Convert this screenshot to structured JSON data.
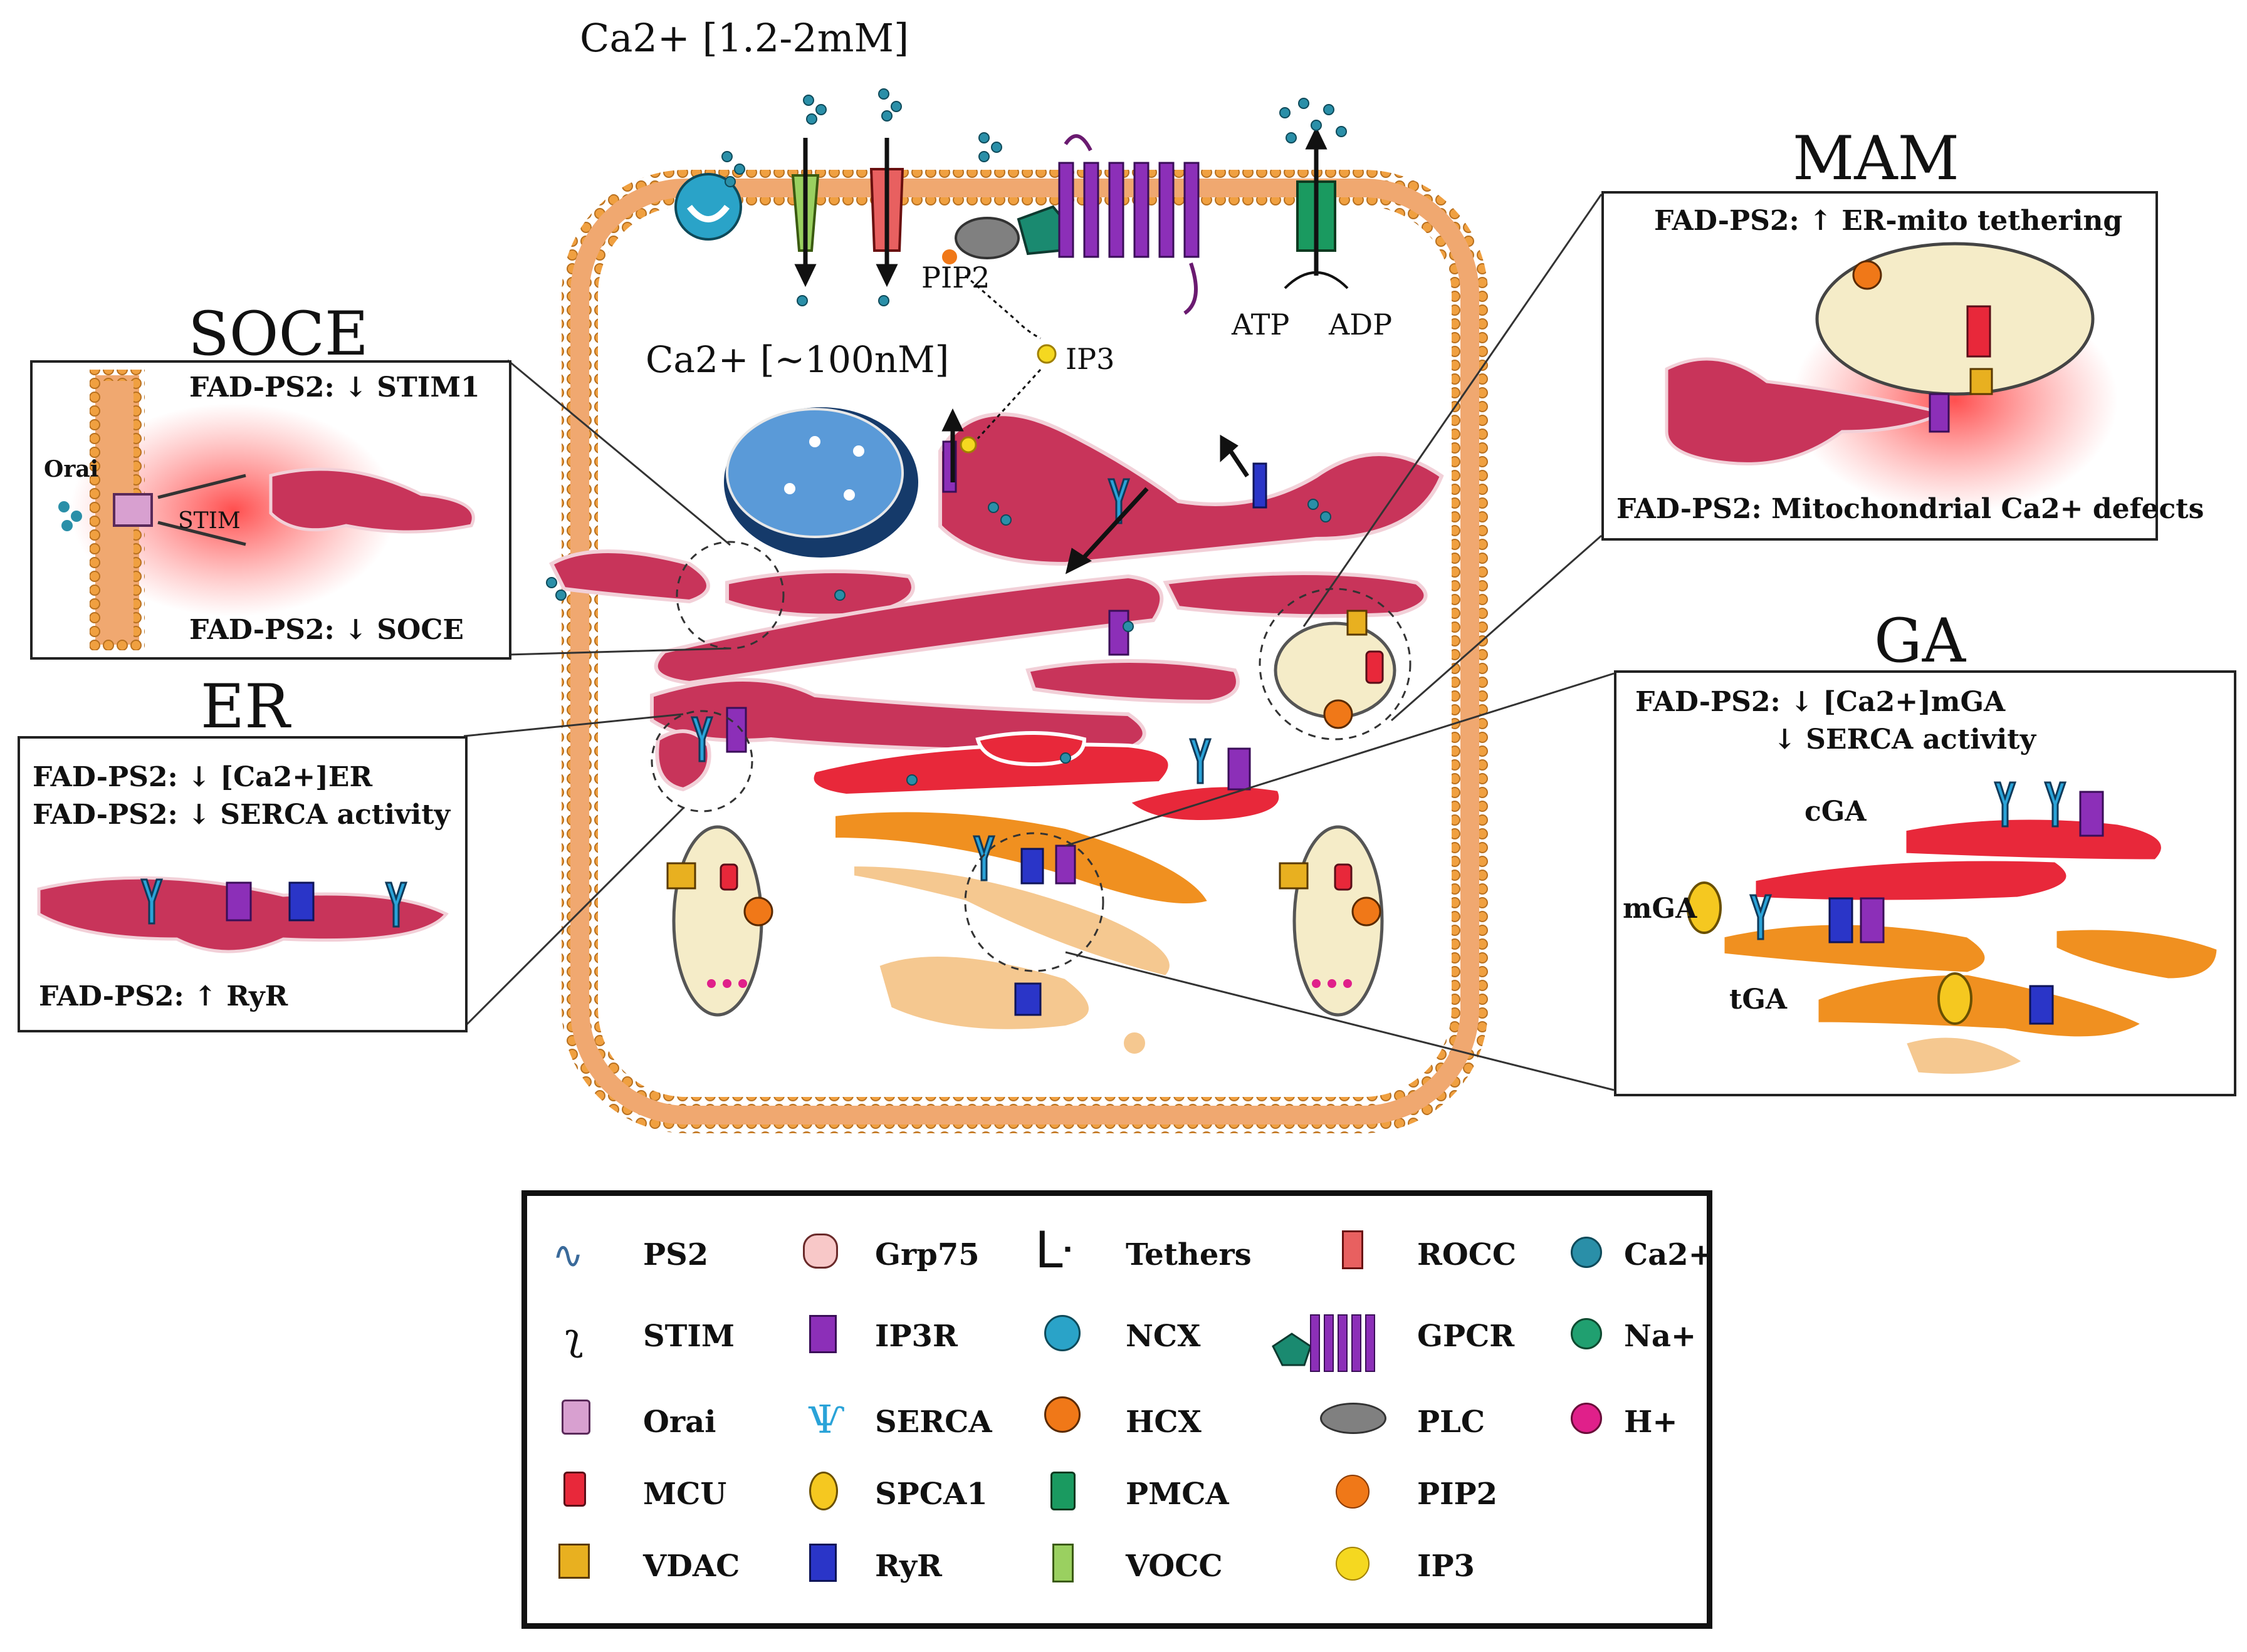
{
  "top_labels": {
    "extracellular_ca": "Ca2+ [1.2-2mM]",
    "cytosolic_ca": "Ca2+ [~100nM]",
    "pip2": "PIP2",
    "ip3": "IP3",
    "atp": "ATP",
    "adp": "ADP"
  },
  "soce": {
    "title": "SOCE",
    "top_text": "FAD-PS2: ↓ STIM1",
    "bottom_text": "FAD-PS2: ↓ SOCE",
    "orai_label": "Orai",
    "stim_label": "STIM"
  },
  "er": {
    "title": "ER",
    "line1": "FAD-PS2: ↓ [Ca2+]ER",
    "line2": "FAD-PS2: ↓ SERCA activity",
    "line3": "FAD-PS2: ↑ RyR"
  },
  "mam": {
    "title": "MAM",
    "top_text": "FAD-PS2: ↑ ER-mito tethering",
    "bottom_text": "FAD-PS2: Mitochondrial  Ca2+ defects"
  },
  "ga": {
    "title": "GA",
    "line1": "FAD-PS2: ↓ [Ca2+]mGA",
    "line2": "↓ SERCA activity",
    "cga": "cGA",
    "mga": "mGA",
    "tga": "tGA"
  },
  "legend": {
    "items": [
      {
        "label": "PS2",
        "icon": "ps2-icon"
      },
      {
        "label": "STIM",
        "icon": "stim-icon"
      },
      {
        "label": "Orai",
        "icon": "orai-icon"
      },
      {
        "label": "MCU",
        "icon": "mcu-icon"
      },
      {
        "label": "VDAC",
        "icon": "vdac-icon"
      },
      {
        "label": "Grp75",
        "icon": "grp75-icon"
      },
      {
        "label": "IP3R",
        "icon": "ip3r-icon"
      },
      {
        "label": "SERCA",
        "icon": "serca-icon"
      },
      {
        "label": "SPCA1",
        "icon": "spca1-icon"
      },
      {
        "label": "RyR",
        "icon": "ryr-icon"
      },
      {
        "label": "Tethers",
        "icon": "tethers-icon"
      },
      {
        "label": "NCX",
        "icon": "ncx-icon"
      },
      {
        "label": "HCX",
        "icon": "hcx-icon"
      },
      {
        "label": "PMCA",
        "icon": "pmca-icon"
      },
      {
        "label": "VOCC",
        "icon": "vocc-icon"
      },
      {
        "label": "ROCC",
        "icon": "rocc-icon"
      },
      {
        "label": "GPCR",
        "icon": "gpcr-icon"
      },
      {
        "label": "PLC",
        "icon": "plc-icon"
      },
      {
        "label": "PIP2",
        "icon": "pip2-icon"
      },
      {
        "label": "IP3",
        "icon": "ip3-icon"
      },
      {
        "label": "Ca2+",
        "icon": "calcium-ion-icon"
      },
      {
        "label": "Na+",
        "icon": "sodium-ion-icon"
      },
      {
        "label": "H+",
        "icon": "proton-icon"
      }
    ]
  },
  "colors": {
    "membrane": "#f0a870",
    "er": "#c8345a",
    "calcium": "#2a8fa8",
    "ip3r": "#8c2fb8",
    "serca": "#2aa3d8",
    "ryr": "#2a35c8",
    "golgi_cis": "#e8283a",
    "golgi_medial": "#f09020",
    "golgi_trans": "#f5c890",
    "mito": "#f5ecc8",
    "nucleus": "#5a9ad8"
  }
}
